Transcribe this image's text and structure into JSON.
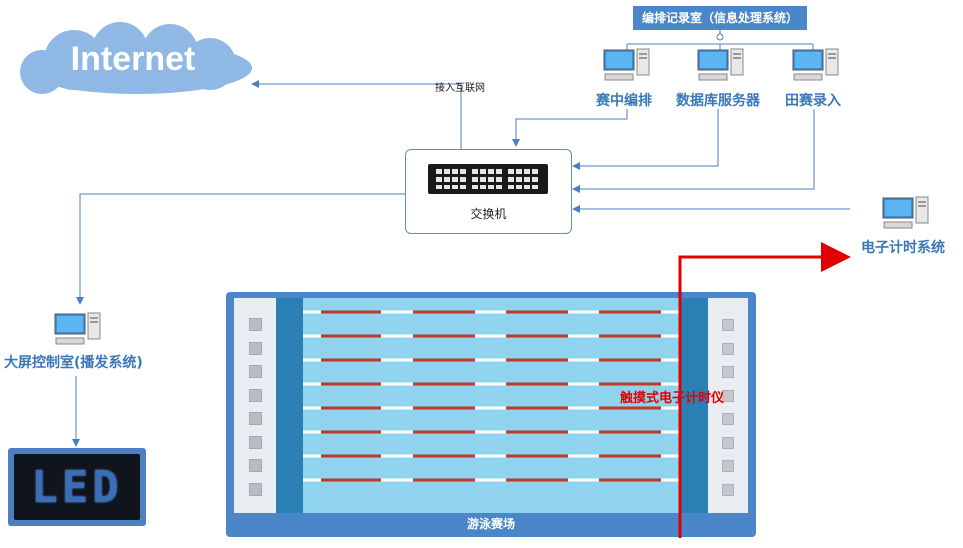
{
  "cloud": {
    "label": "Internet"
  },
  "editing_room": {
    "title": "编排记录室（信息处理系统）"
  },
  "workstations": {
    "scheduling": "赛中编排",
    "database": "数据库服务器",
    "field_entry": "田赛录入"
  },
  "internet_link": {
    "label": "接入互联网"
  },
  "switch": {
    "label": "交换机"
  },
  "timing": {
    "label": "电子计时系统"
  },
  "display_control": {
    "label": "大屏控制室(播发系统)"
  },
  "led_screen": {
    "text": "LED"
  },
  "pool": {
    "label": "游泳赛场",
    "touchpad_label": "触摸式电子计时仪",
    "lane_count": 8
  },
  "colors": {
    "accent": "#4a86c8",
    "line": "#5b8fc9",
    "timing_wire": "#e00000",
    "water": "#8fd3ef",
    "lane_rope": "#c0392b"
  }
}
